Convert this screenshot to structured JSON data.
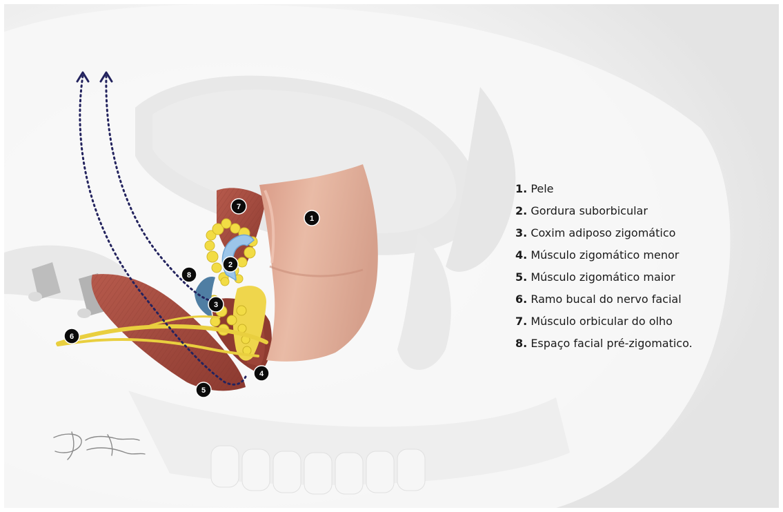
{
  "markers": [
    "1",
    "2",
    "3",
    "4",
    "5",
    "6",
    "7",
    "8"
  ],
  "legend": [
    {
      "number": "1.",
      "text": "Pele"
    },
    {
      "number": "2.",
      "text": "Gordura suborbicular"
    },
    {
      "number": "3.",
      "text": "Coxim adiposo zigomático"
    },
    {
      "number": "4.",
      "text": "Músculo zigomático menor"
    },
    {
      "number": "5.",
      "text": "Músculo zigomático maior"
    },
    {
      "number": "6.",
      "text": "Ramo bucal do nervo facial"
    },
    {
      "number": "7.",
      "text": "Músculo orbicular do olho"
    },
    {
      "number": "8.",
      "text": "Espaço facial pré-zigomatico."
    }
  ],
  "colors": {
    "skin": "#e7b5a0",
    "muscle": "#a34a3e",
    "fat": "#f2dc45",
    "nerve": "#e9cf3f",
    "space": "#4f7ea3",
    "arrow": "#23235e",
    "marker": "#0b0b0b"
  },
  "signature_text": "Jcarlos"
}
